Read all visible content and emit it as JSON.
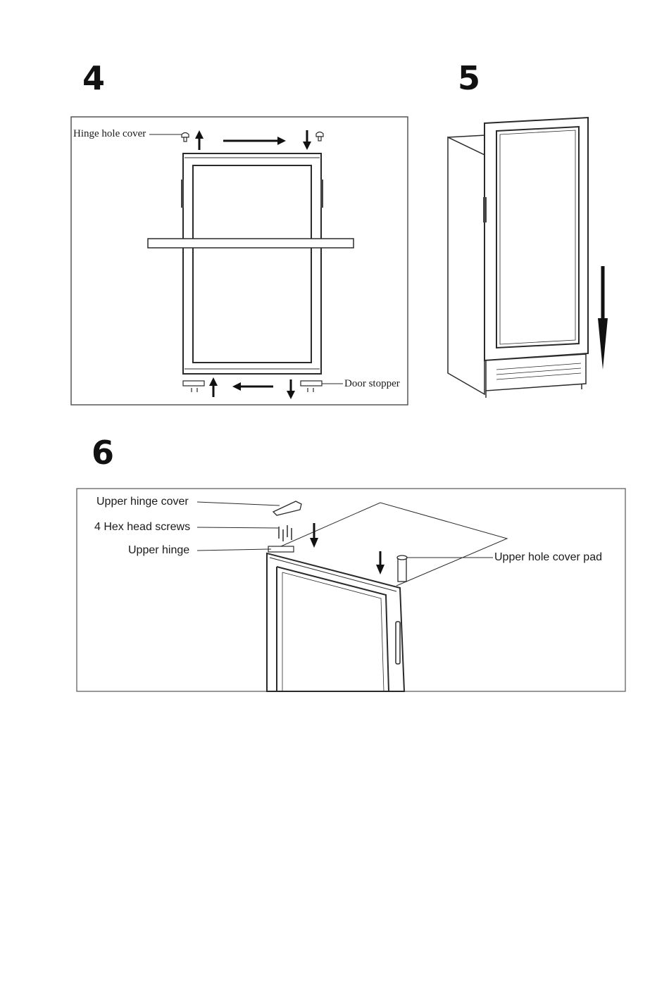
{
  "steps": [
    {
      "number": "4",
      "labels": {
        "hinge_hole_cover": "Hinge hole cover",
        "door_stopper": "Door stopper"
      }
    },
    {
      "number": "5"
    },
    {
      "number": "6",
      "labels": {
        "upper_hinge_cover": "Upper hinge cover",
        "hex_head_screws": "4 Hex head screws",
        "upper_hinge": "Upper hinge",
        "upper_hole_cover_pad": "Upper hole cover pad"
      }
    }
  ],
  "colors": {
    "line": "#2a2a2a",
    "arrow": "#111111",
    "frame": "#555555"
  }
}
